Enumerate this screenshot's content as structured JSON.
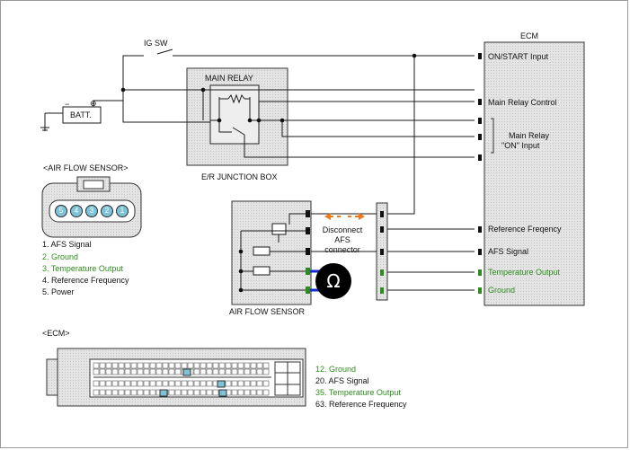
{
  "colors": {
    "panel_fill": "#dcdcdc",
    "wire": "#1a1a1a",
    "green": "#2e8b1e",
    "blue_wire": "#1a28d6",
    "arrow_orange": "#f07a1a",
    "pin_blue": "#7fc3d6"
  },
  "ecm": {
    "title": "ECM",
    "inputs": [
      "ON/START Input",
      "Main Relay Control",
      "Main Relay",
      "\"ON\" Input",
      "Reference Freqency",
      "AFS Signal",
      "Temperature Output",
      "Ground"
    ]
  },
  "ig_sw": "IG SW",
  "battery": "BATT.",
  "main_relay": "MAIN RELAY",
  "junction_box": "E/R JUNCTION BOX",
  "afs_header": "<AIR FLOW SENSOR>",
  "afs_connector_pins": [
    "5",
    "4",
    "3",
    "2",
    "1"
  ],
  "afs_pins": [
    {
      "text": "1. AFS Signal",
      "green": false
    },
    {
      "text": "2. Ground",
      "green": true
    },
    {
      "text": "3. Temperature Output",
      "green": true
    },
    {
      "text": "4. Reference Frequency",
      "green": false
    },
    {
      "text": "5. Power",
      "green": false
    }
  ],
  "disconnect_text": [
    "Disconnect",
    "AFS",
    "connector"
  ],
  "afs_label": "AIR FLOW SENSOR",
  "ohm_symbol": "Ω",
  "ecm_header": "<ECM>",
  "ecm_pins": [
    {
      "text": "12. Ground",
      "green": true
    },
    {
      "text": "20. AFS Signal",
      "green": false
    },
    {
      "text": "35. Temperature Output",
      "green": true
    },
    {
      "text": "63. Reference Frequency",
      "green": false
    }
  ]
}
